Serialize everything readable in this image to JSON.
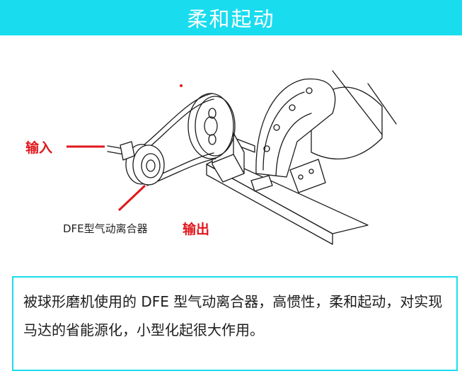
{
  "header": {
    "title": "柔和起动"
  },
  "diagram": {
    "input_label": "输入",
    "output_label": "输出",
    "part_label": "DFE型气动离合器"
  },
  "description": {
    "text": "被球形磨机使用的 DFE 型气动离合器，高惯性，柔和起动，对实现马达的省能源化，小型化起很大作用。"
  },
  "colors": {
    "header_bg": "#19dcef",
    "accent_red": "#e0171c",
    "border": "#19dcef"
  }
}
